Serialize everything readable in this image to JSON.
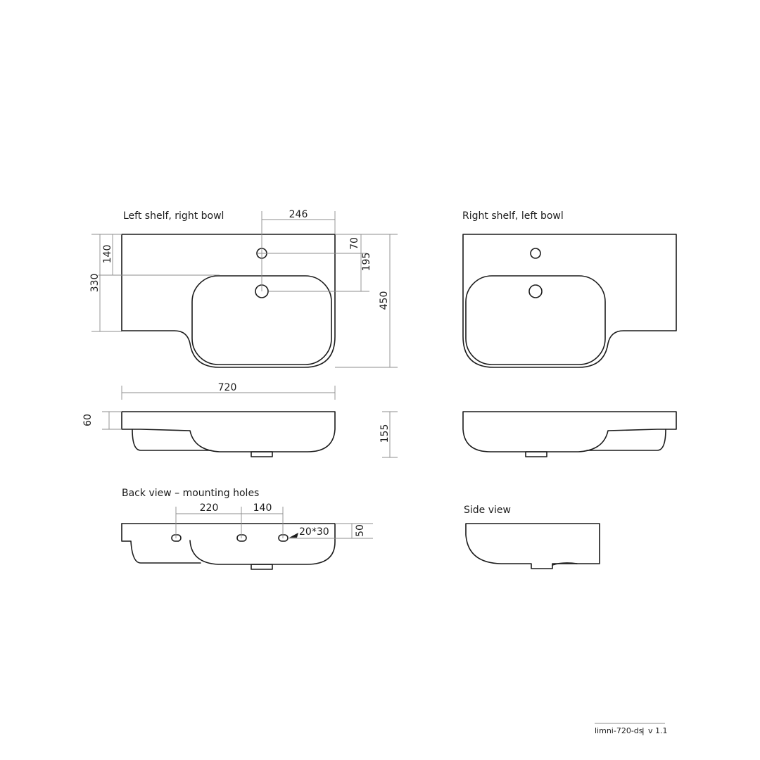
{
  "labels": {
    "top_left": "Left shelf, right bowl",
    "top_right": "Right shelf, left bowl",
    "back": "Back view – mounting holes",
    "side": "Side view"
  },
  "dimensions": {
    "d246": "246",
    "d70": "70",
    "d140": "140",
    "d195": "195",
    "d330": "330",
    "d450": "450",
    "d720": "720",
    "d60": "60",
    "d155": "155",
    "d220": "220",
    "d140b": "140",
    "d20x30": "20*30",
    "d50": "50"
  },
  "footer": {
    "code": "limni-720-ds",
    "separator": "|",
    "version": "v 1.1"
  }
}
